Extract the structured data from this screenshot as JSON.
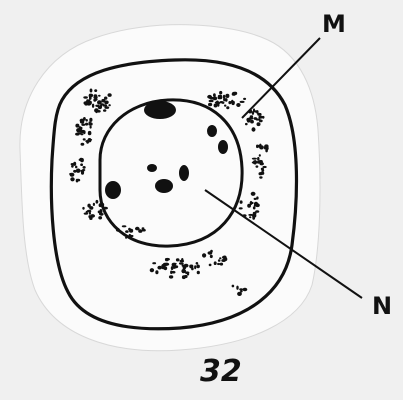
{
  "diagram": {
    "labels": {
      "m": "M",
      "n": "N"
    },
    "figure_number": "32",
    "colors": {
      "background": "#f0f0f0",
      "paper_cutout": "#fbfbfb",
      "ink": "#111111"
    }
  }
}
